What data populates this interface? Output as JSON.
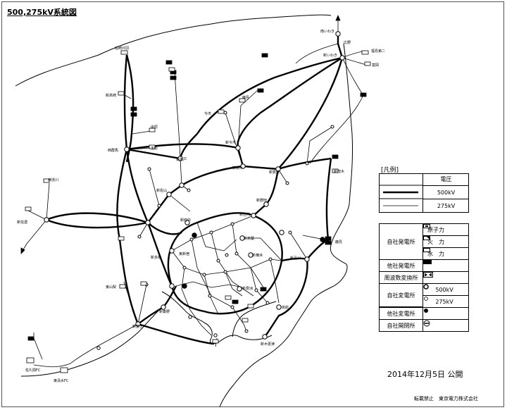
{
  "title": "500,275kV系統図",
  "date": "2014年12月5日 公開",
  "copyright": "転載禁止　東京電力株式会社",
  "legend": {
    "heading": "[凡例]",
    "voltage_header": "電圧",
    "voltage_500": "500kV",
    "voltage_275": "275kV",
    "own_generation": "自社発電所",
    "nuclear": "原子力",
    "thermal": "火　力",
    "hydro": "水　力",
    "other_generation": "他社発電所",
    "frequency_converter": "周波数変換所",
    "own_substation": "自社変電所",
    "sub_500": "500kV",
    "sub_275": "275kV",
    "other_substation": "他社変電所",
    "own_switching": "自社開閉所"
  },
  "labels": {
    "minami_iwaki": "南いわき",
    "shin_iwaki": "新いわき",
    "hirono": "広野",
    "fukushima_daini": "福島第二",
    "tomioka": "富岡",
    "kashiwazaki": "柏崎刈羽",
    "shin_takasaki": "新高崎",
    "nishi_gunma": "西群馬",
    "higashi_yamanashi": "東山梨",
    "shin_fuji": "新富士",
    "shin_shinano": "新信濃",
    "sakuma": "佐久間FC",
    "higashi_shimizu": "東清水FC",
    "shin_toyosu": "新豊洲",
    "boso": "房総",
    "shin_kisarazu": "新木更津",
    "shin_sayama": "新佐山",
    "shin_kamogawa": "新茂木",
    "shin_tochigi": "新栃木",
    "shin_imaichi": "新今市",
    "kashima": "鹿島",
    "shin_ibaraki": "新筑波",
    "shin_noda": "新野田",
    "shin_koga": "新古河",
    "shin_fuchu": "新府中",
    "shin_keiyo": "新京葉",
    "shin_tama": "新多摩",
    "shin_hatano": "新秦野",
    "shin_yokohama": "新横浜",
    "shiobara": "塩原",
    "kannagawa": "神流川",
    "tamahara": "玉原",
    "imaichi": "今市",
    "shin_sakado": "新坂戸",
    "higashi_shinjuku": "東新宿",
    "shin_shinagawa": "新品川"
  }
}
